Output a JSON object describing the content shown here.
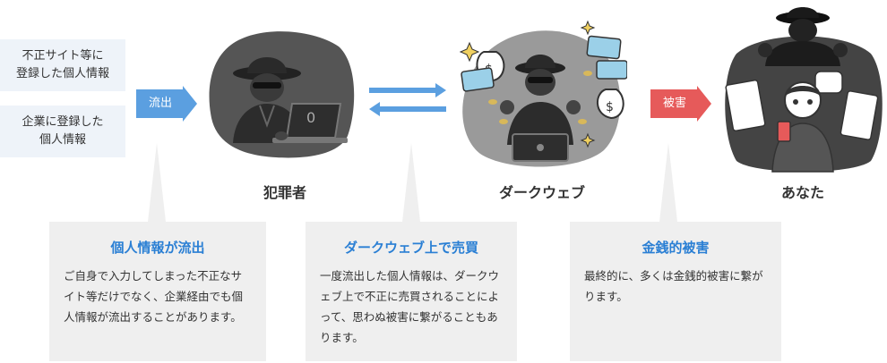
{
  "sources": [
    {
      "label": "不正サイト等に\n登録した個人情報"
    },
    {
      "label": "企業に登録した\n個人情報"
    }
  ],
  "arrows": {
    "leak_label": "流出",
    "damage_label": "被害",
    "leak_color": "#5b9fe0",
    "exchange_color": "#5b9fe0",
    "damage_color": "#e65a5a"
  },
  "actors": {
    "criminal": "犯罪者",
    "darkweb": "ダークウェブ",
    "you": "あなた"
  },
  "callouts": [
    {
      "title": "個人情報が流出",
      "body": "ご自身で入力してしまった不正なサイト等だけでなく、企業経由でも個人情報が流出することがあります。"
    },
    {
      "title": "ダークウェブ上で売買",
      "body": "一度流出した個人情報は、ダークウェブ上で不正に売買されることによって、思わぬ被害に繋がることもあります。"
    },
    {
      "title": "金銭的被害",
      "body": "最終的に、多くは金銭的被害に繋がります。"
    }
  ],
  "icons": {
    "laptop_logo": "0"
  }
}
